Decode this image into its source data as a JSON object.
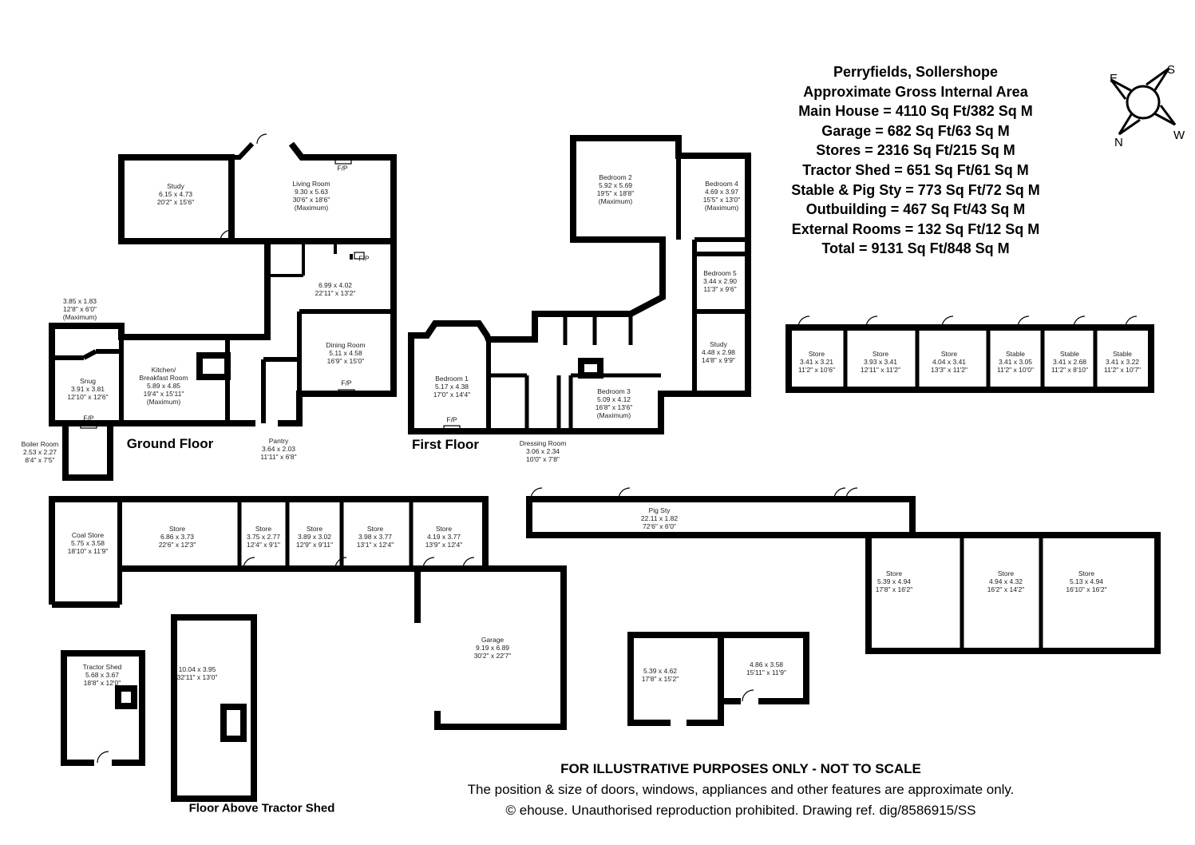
{
  "summary": {
    "title": "Perryfields, Sollershope",
    "subtitle": "Approximate Gross Internal Area",
    "areas": [
      "Main House = 4110 Sq Ft/382 Sq M",
      "Garage = 682 Sq Ft/63 Sq M",
      "Stores = 2316 Sq Ft/215 Sq M",
      "Tractor Shed = 651 Sq Ft/61 Sq M",
      "Stable & Pig Sty = 773 Sq Ft/72 Sq M",
      "Outbuilding = 467 Sq Ft/43 Sq M",
      "External Rooms = 132 Sq Ft/12 Sq M",
      "Total = 9131 Sq Ft/848 Sq M"
    ]
  },
  "compass": {
    "icon": "compass-icon",
    "n": "N",
    "s": "S",
    "e": "E",
    "w": "W"
  },
  "floor_labels": {
    "ground": "Ground Floor",
    "first": "First Floor",
    "above_tractor": "Floor Above Tractor Shed"
  },
  "rooms": [
    {
      "lines": [
        "Study",
        "6.15 x 4.73",
        "20'2\" x 15'6\""
      ]
    },
    {
      "lines": [
        "Living Room",
        "9.30 x 5.63",
        "30'6\" x 18'6\"",
        "(Maximum)"
      ]
    },
    {
      "lines": [
        "6.99 x 4.02",
        "22'11\" x 13'2\""
      ]
    },
    {
      "lines": [
        "Dining Room",
        "5.11 x 4.58",
        "16'9\" x 15'0\""
      ]
    },
    {
      "lines": [
        "3.85 x 1.83",
        "12'8\" x 6'0\"",
        "(Maximum)"
      ]
    },
    {
      "lines": [
        "Snug",
        "3.91 x 3.81",
        "12'10\" x 12'6\""
      ]
    },
    {
      "lines": [
        "Kitchen/",
        "Breakfast Room",
        "5.89 x 4.85",
        "19'4\" x 15'11\"",
        "(Maximum)"
      ]
    },
    {
      "lines": [
        "Boiler Room",
        "2.53 x 2.27",
        "8'4\" x 7'5\""
      ]
    },
    {
      "lines": [
        "Pantry",
        "3.64 x 2.03",
        "11'11\" x 6'8\""
      ]
    },
    {
      "lines": [
        "Bedroom 2",
        "5.92 x 5.69",
        "19'5\" x 18'8\"",
        "(Maximum)"
      ]
    },
    {
      "lines": [
        "Bedroom 4",
        "4.69 x 3.97",
        "15'5\" x 13'0\"",
        "(Maximum)"
      ]
    },
    {
      "lines": [
        "Bedroom 5",
        "3.44 x 2.90",
        "11'3\" x 9'6\""
      ]
    },
    {
      "lines": [
        "Study",
        "4.48 x 2.98",
        "14'8\" x 9'9\""
      ]
    },
    {
      "lines": [
        "Bedroom 1",
        "5.17 x 4.38",
        "17'0\" x 14'4\""
      ]
    },
    {
      "lines": [
        "Bedroom 3",
        "5.09 x 4.12",
        "16'8\" x 13'6\"",
        "(Maximum)"
      ]
    },
    {
      "lines": [
        "Dressing Room",
        "3.06 x 2.34",
        "10'0\" x 7'8\""
      ]
    },
    {
      "lines": [
        "Store",
        "3.41 x 3.21",
        "11'2\" x 10'6\""
      ]
    },
    {
      "lines": [
        "Store",
        "3.93 x 3.41",
        "12'11\" x 11'2\""
      ]
    },
    {
      "lines": [
        "Store",
        "4.04 x 3.41",
        "13'3\" x 11'2\""
      ]
    },
    {
      "lines": [
        "Stable",
        "3.41 x 3.05",
        "11'2\" x 10'0\""
      ]
    },
    {
      "lines": [
        "Stable",
        "3.41 x 2.68",
        "11'2\" x 8'10\""
      ]
    },
    {
      "lines": [
        "Stable",
        "3.41 x 3.22",
        "11'2\" x 10'7\""
      ]
    },
    {
      "lines": [
        "Coal Store",
        "5.75 x 3.58",
        "18'10\" x 11'9\""
      ]
    },
    {
      "lines": [
        "Store",
        "6.86 x 3.73",
        "22'6\" x 12'3\""
      ]
    },
    {
      "lines": [
        "Store",
        "3.75 x 2.77",
        "12'4\" x 9'1\""
      ]
    },
    {
      "lines": [
        "Store",
        "3.89 x 3.02",
        "12'9\" x 9'11\""
      ]
    },
    {
      "lines": [
        "Store",
        "3.98 x 3.77",
        "13'1\" x 12'4\""
      ]
    },
    {
      "lines": [
        "Store",
        "4.19 x 3.77",
        "13'9\" x 12'4\""
      ]
    },
    {
      "lines": [
        "Pig Sty",
        "22.11 x 1.82",
        "72'6\" x 6'0\""
      ]
    },
    {
      "lines": [
        "Store",
        "5.39 x 4.94",
        "17'8\" x 16'2\""
      ]
    },
    {
      "lines": [
        "Store",
        "4.94 x 4.32",
        "16'2\" x 14'2\""
      ]
    },
    {
      "lines": [
        "Store",
        "5.13 x 4.94",
        "16'10\" x 16'2\""
      ]
    },
    {
      "lines": [
        "Garage",
        "9.19 x 6.89",
        "30'2\" x 22'7\""
      ]
    },
    {
      "lines": [
        "5.39 x 4.62",
        "17'8\" x 15'2\""
      ]
    },
    {
      "lines": [
        "4.86 x 3.58",
        "15'11\" x 11'9\""
      ]
    },
    {
      "lines": [
        "Tractor Shed",
        "5.68 x 3.67",
        "18'8\" x 12'0\""
      ]
    },
    {
      "lines": [
        "10.04 x 3.95",
        "32'11\" x 13'0\""
      ]
    }
  ],
  "fireplace_label": "F/P",
  "footer": {
    "disclaimer": "FOR ILLUSTRATIVE PURPOSES ONLY - NOT TO SCALE",
    "note": "The position & size of doors, windows, appliances and other features are approximate only.",
    "copyright": "© ehouse. Unauthorised reproduction prohibited. Drawing ref. dig/8586915/SS"
  }
}
